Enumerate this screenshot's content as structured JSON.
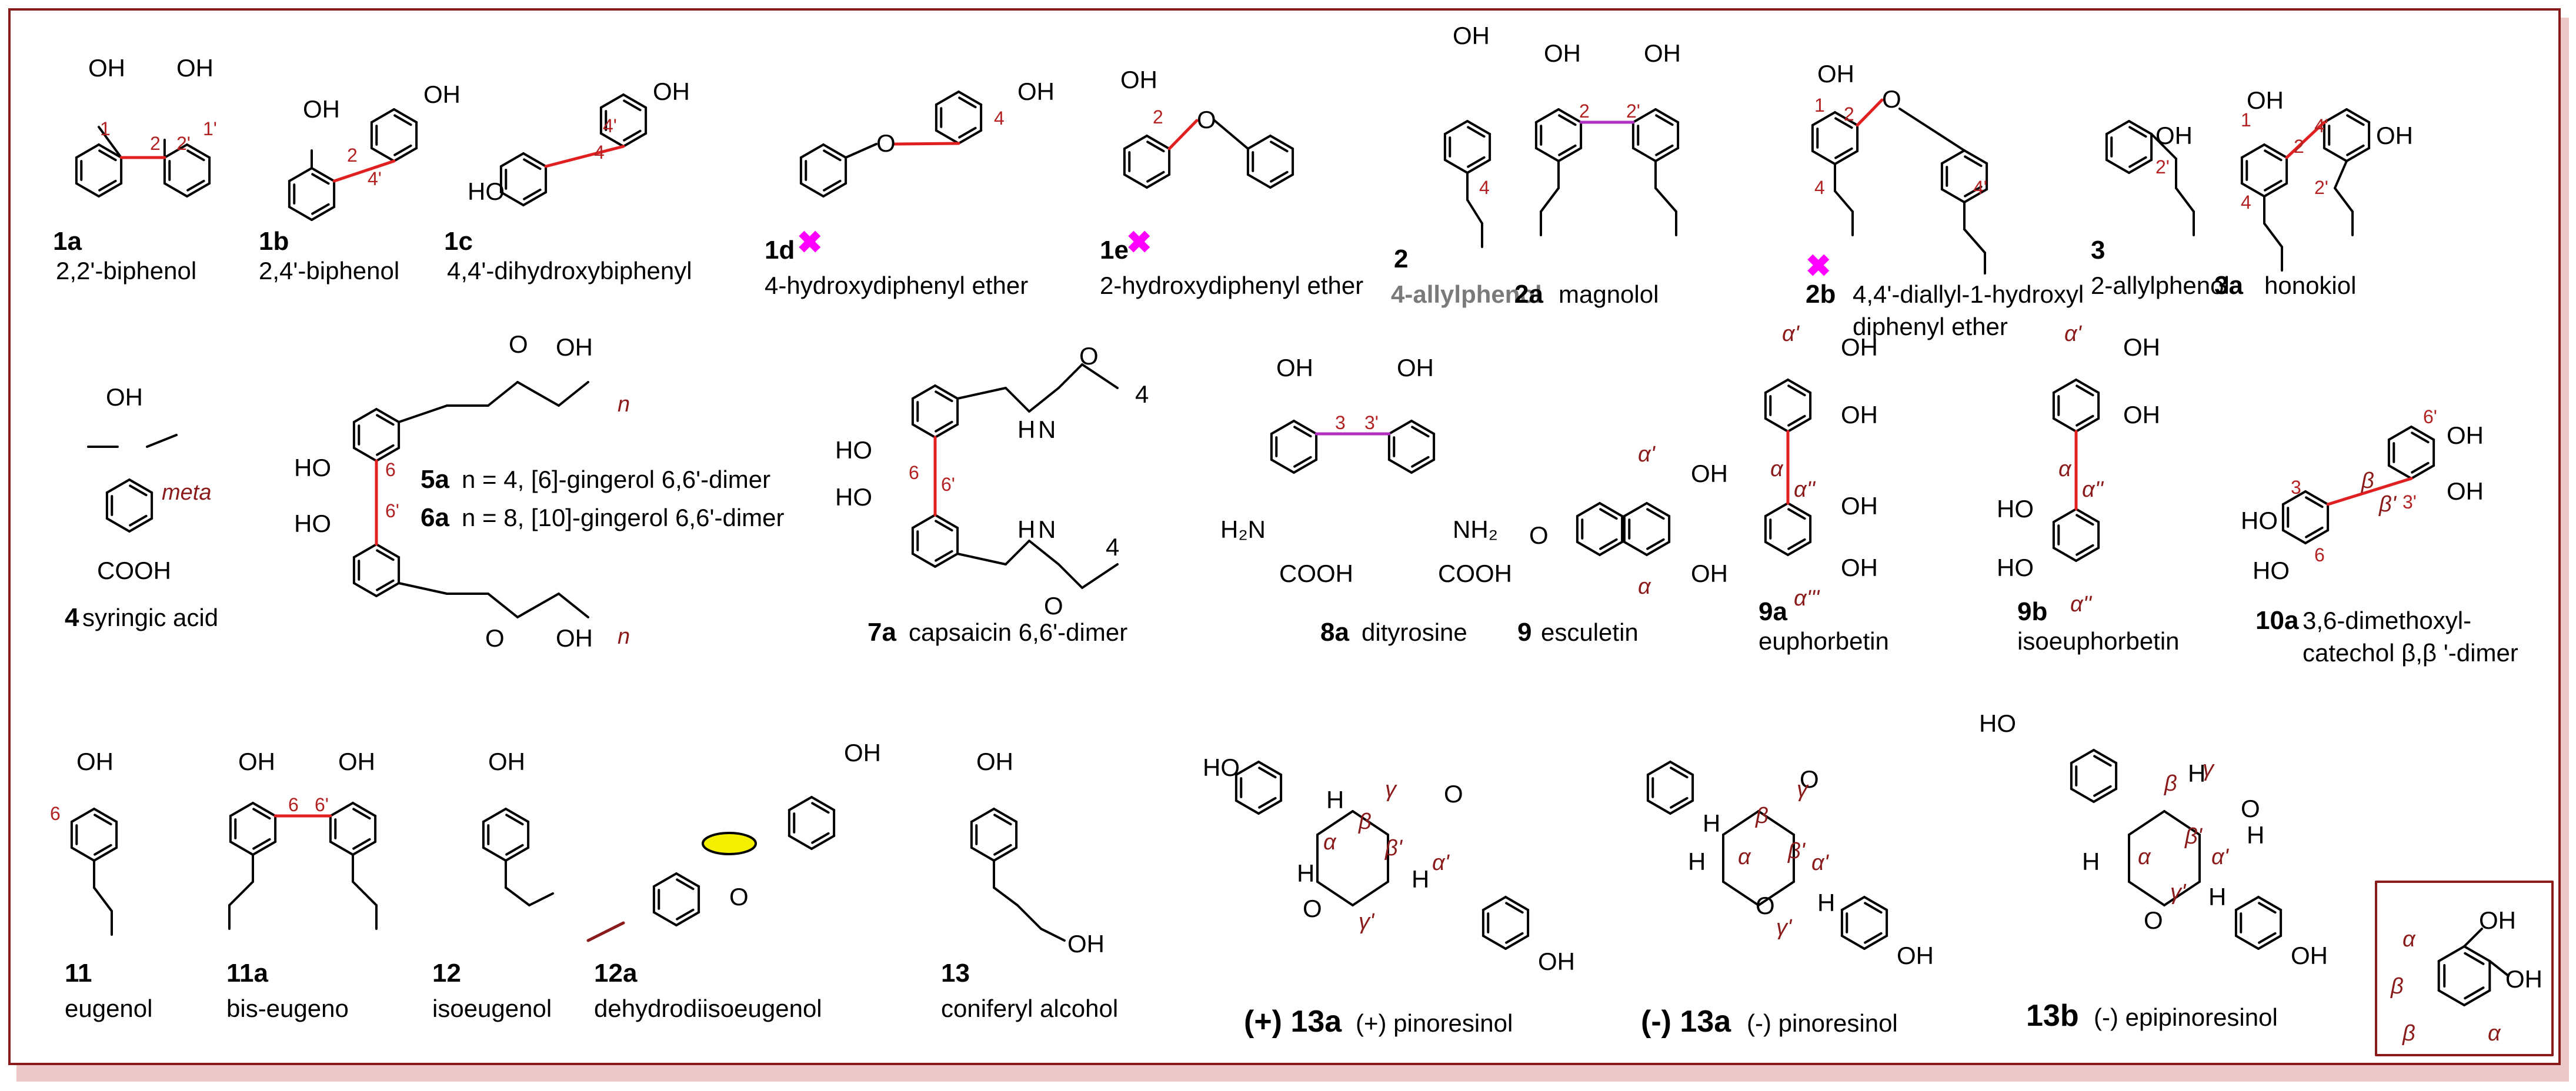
{
  "compounds": {
    "c1a": {
      "id": "1a",
      "name": "2,2'-biphenol"
    },
    "c1b": {
      "id": "1b",
      "name": "2,4'-biphenol"
    },
    "c1c": {
      "id": "1c",
      "name": "4,4'-dihydroxybiphenyl"
    },
    "c1d": {
      "id": "1d",
      "name": "4-hydroxydiphenyl ether"
    },
    "c1e": {
      "id": "1e",
      "name": "2-hydroxydiphenyl ether"
    },
    "c2": {
      "id": "2",
      "name": "4-allylphenol"
    },
    "c2a": {
      "id": "2a",
      "name": "magnolol"
    },
    "c2b": {
      "id": "2b",
      "name_line1": "4,4'-diallyl-1-hydroxyl",
      "name_line2": "diphenyl ether"
    },
    "c3": {
      "id": "3",
      "name": "2-allylphenol"
    },
    "c3a": {
      "id": "3a",
      "name": "honokiol"
    },
    "c4": {
      "id": "4",
      "name": "syringic acid"
    },
    "c5a": {
      "id": "5a",
      "desc": "n = 4, [6]-gingerol 6,6'-dimer"
    },
    "c6a": {
      "id": "6a",
      "desc": "n = 8, [10]-gingerol 6,6'-dimer"
    },
    "c7a": {
      "id": "7a",
      "name": "capsaicin 6,6'-dimer"
    },
    "c8a": {
      "id": "8a",
      "name": "dityrosine"
    },
    "c9": {
      "id": "9",
      "name": "esculetin"
    },
    "c9a": {
      "id": "9a",
      "name": "euphorbetin"
    },
    "c9b": {
      "id": "9b",
      "name": "isoeuphorbetin"
    },
    "c10a": {
      "id": "10a",
      "name_line1": "3,6-dimethoxyl-",
      "name_line2": "catechol β,β '-dimer"
    },
    "c11": {
      "id": "11",
      "name": "eugenol"
    },
    "c11a": {
      "id": "11a",
      "name": "bis-eugeno"
    },
    "c12": {
      "id": "12",
      "name": "isoeugenol"
    },
    "c12a": {
      "id": "12a",
      "name": "dehydrodiisoeugenol"
    },
    "c13": {
      "id": "13",
      "name": "coniferyl alcohol"
    },
    "c13a_plus": {
      "id": "(+) 13a",
      "name": "(+) pinoresinol"
    },
    "c13a_minus": {
      "id": "(-) 13a",
      "name": "(-) pinoresinol"
    },
    "c13b": {
      "id": "13b",
      "name": "(-) epipinoresinol"
    }
  },
  "atoms": {
    "OH": "OH",
    "HO": "HO",
    "O": "O",
    "H": "H",
    "COOH": "COOH",
    "NH2": "NH₂",
    "H2N": "H₂N",
    "N": "N",
    "n": "n",
    "four": "4",
    "meta": "meta"
  },
  "locants": {
    "one": "1",
    "oneP": "1'",
    "two": "2",
    "twoP": "2'",
    "three": "3",
    "threeP": "3'",
    "four": "4",
    "fourP": "4'",
    "six": "6",
    "sixP": "6'"
  },
  "greek": {
    "alpha": "α",
    "alphaP": "α'",
    "alphaPP": "α''",
    "alphaPPP": "α'''",
    "beta": "β",
    "betaP": "β'",
    "gamma": "γ",
    "gammaP": "γ'"
  },
  "legend_greek": {
    "a1": "α",
    "b1": "β",
    "b2": "β",
    "a2": "α"
  },
  "marks": {
    "cross": "✖"
  },
  "colors": {
    "frame": "#8b1a1a",
    "shadow": "#ecc8c8",
    "bond": "#000000",
    "new_bond": "#e02020",
    "magenta_bond": "#b030c0",
    "cross": "#ff00ff",
    "highlight": "#f5f000",
    "locant": "#b22222",
    "greek": "#8b1a1a"
  }
}
